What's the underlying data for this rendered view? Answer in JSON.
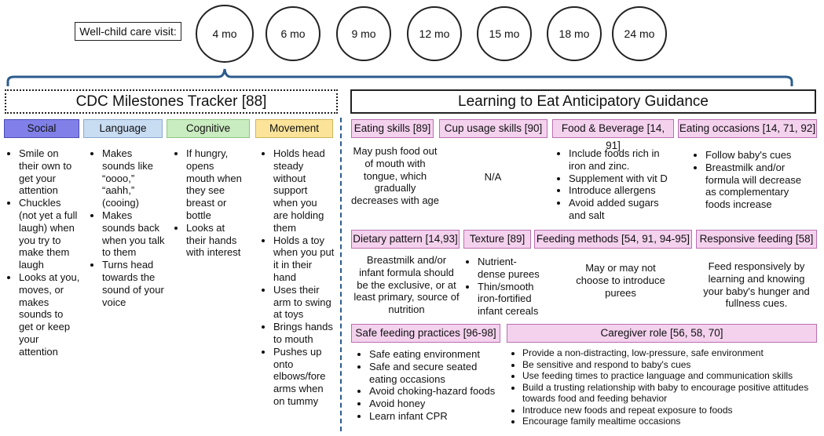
{
  "header": {
    "visit_label": "Well-child care visit:",
    "visits": [
      "4 mo",
      "6 mo",
      "9 mo",
      "12 mo",
      "15 mo",
      "18 mo",
      "24 mo"
    ]
  },
  "colors": {
    "bracket": "#2b5c8c"
  },
  "cdc": {
    "title": "CDC Milestones Tracker [88]",
    "social": {
      "label": "Social",
      "items": [
        "Smile on their own to get your attention",
        "Chuckles (not yet a full laugh) when you try to make them laugh",
        "Looks at you, moves, or makes sounds to get or keep your attention"
      ]
    },
    "language": {
      "label": "Language",
      "items": [
        "Makes sounds like “oooo,” “aahh,” (cooing)",
        "Makes sounds back when you talk to them",
        "Turns head towards the sound of your voice"
      ]
    },
    "cognitive": {
      "label": "Cognitive",
      "items": [
        "If hungry, opens mouth when they see breast or bottle",
        "Looks at their hands with interest"
      ]
    },
    "movement": {
      "label": "Movement",
      "items": [
        "Holds head steady without support when you are holding them",
        "Holds a toy when you put it in their hand",
        "Uses their arm to swing at toys",
        "Brings hands to mouth",
        "Pushes up onto elbows/fore arms when on tummy"
      ]
    }
  },
  "guidance": {
    "title": "Learning to Eat Anticipatory Guidance",
    "eating_skills": {
      "label": "Eating skills [89]",
      "text": "May push food out of mouth with tongue, which gradually decreases with age"
    },
    "cup_usage": {
      "label": "Cup usage skills [90]",
      "text": "N/A"
    },
    "food_beverage": {
      "label": "Food & Beverage [14, 91]",
      "items": [
        "Include foods rich in iron and zinc.",
        "Supplement with vit D",
        "Introduce allergens",
        "Avoid added sugars and salt"
      ]
    },
    "eating_occasions": {
      "label": "Eating occasions [14, 71, 92]",
      "items": [
        "Follow baby's cues",
        "Breastmilk and/or formula will decrease as complementary foods increase"
      ]
    },
    "dietary_pattern": {
      "label": "Dietary pattern [14,93]",
      "text": "Breastmilk and/or infant formula should be the exclusive, or at least primary, source of nutrition"
    },
    "texture": {
      "label": "Texture [89]",
      "items": [
        "Nutrient-dense purees",
        "Thin/smooth iron-fortified infant cereals"
      ]
    },
    "feeding_methods": {
      "label": "Feeding methods [54, 91, 94-95]",
      "text": "May or may not choose to introduce purees"
    },
    "responsive_feeding": {
      "label": "Responsive feeding [58]",
      "text": "Feed responsively by learning and knowing your baby's hunger and fullness cues."
    },
    "safe_feeding": {
      "label": "Safe feeding practices [96-98]",
      "items": [
        "Safe eating environment",
        "Safe and secure seated eating occasions",
        "Avoid choking-hazard foods",
        "Avoid honey",
        "Learn infant CPR"
      ]
    },
    "caregiver_role": {
      "label": "Caregiver role [56, 58, 70]",
      "items": [
        "Provide a non-distracting, low-pressure, safe environment",
        "Be sensitive and respond to baby's cues",
        "Use feeding times to practice language and communication skills",
        "Build a trusting relationship with baby to encourage positive attitudes towards food and feeding behavior",
        "Introduce new foods and repeat exposure to foods",
        "Encourage family mealtime occasions"
      ]
    }
  }
}
